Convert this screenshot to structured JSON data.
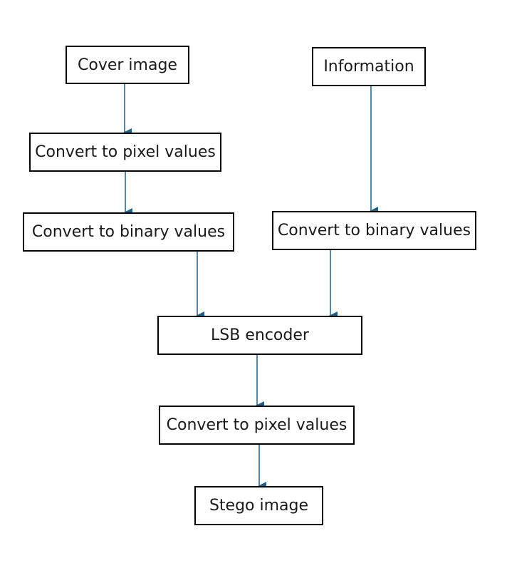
{
  "diagram": {
    "colors": {
      "box_border": "#000000",
      "arrow": "#1f5f8b",
      "text": "#1a1a1a"
    },
    "nodes": {
      "cover_image": "Cover image",
      "information": "Information",
      "convert_pixel_left": "Convert to pixel values",
      "convert_binary_left": "Convert to binary values",
      "convert_binary_right": "Convert to binary values",
      "lsb_encoder": "LSB encoder",
      "convert_pixel_bottom": "Convert to pixel values",
      "stego_image": "Stego image"
    },
    "edges": [
      [
        "cover_image",
        "convert_pixel_left"
      ],
      [
        "convert_pixel_left",
        "convert_binary_left"
      ],
      [
        "convert_binary_left",
        "lsb_encoder"
      ],
      [
        "information",
        "convert_binary_right"
      ],
      [
        "convert_binary_right",
        "lsb_encoder"
      ],
      [
        "lsb_encoder",
        "convert_pixel_bottom"
      ],
      [
        "convert_pixel_bottom",
        "stego_image"
      ]
    ]
  }
}
